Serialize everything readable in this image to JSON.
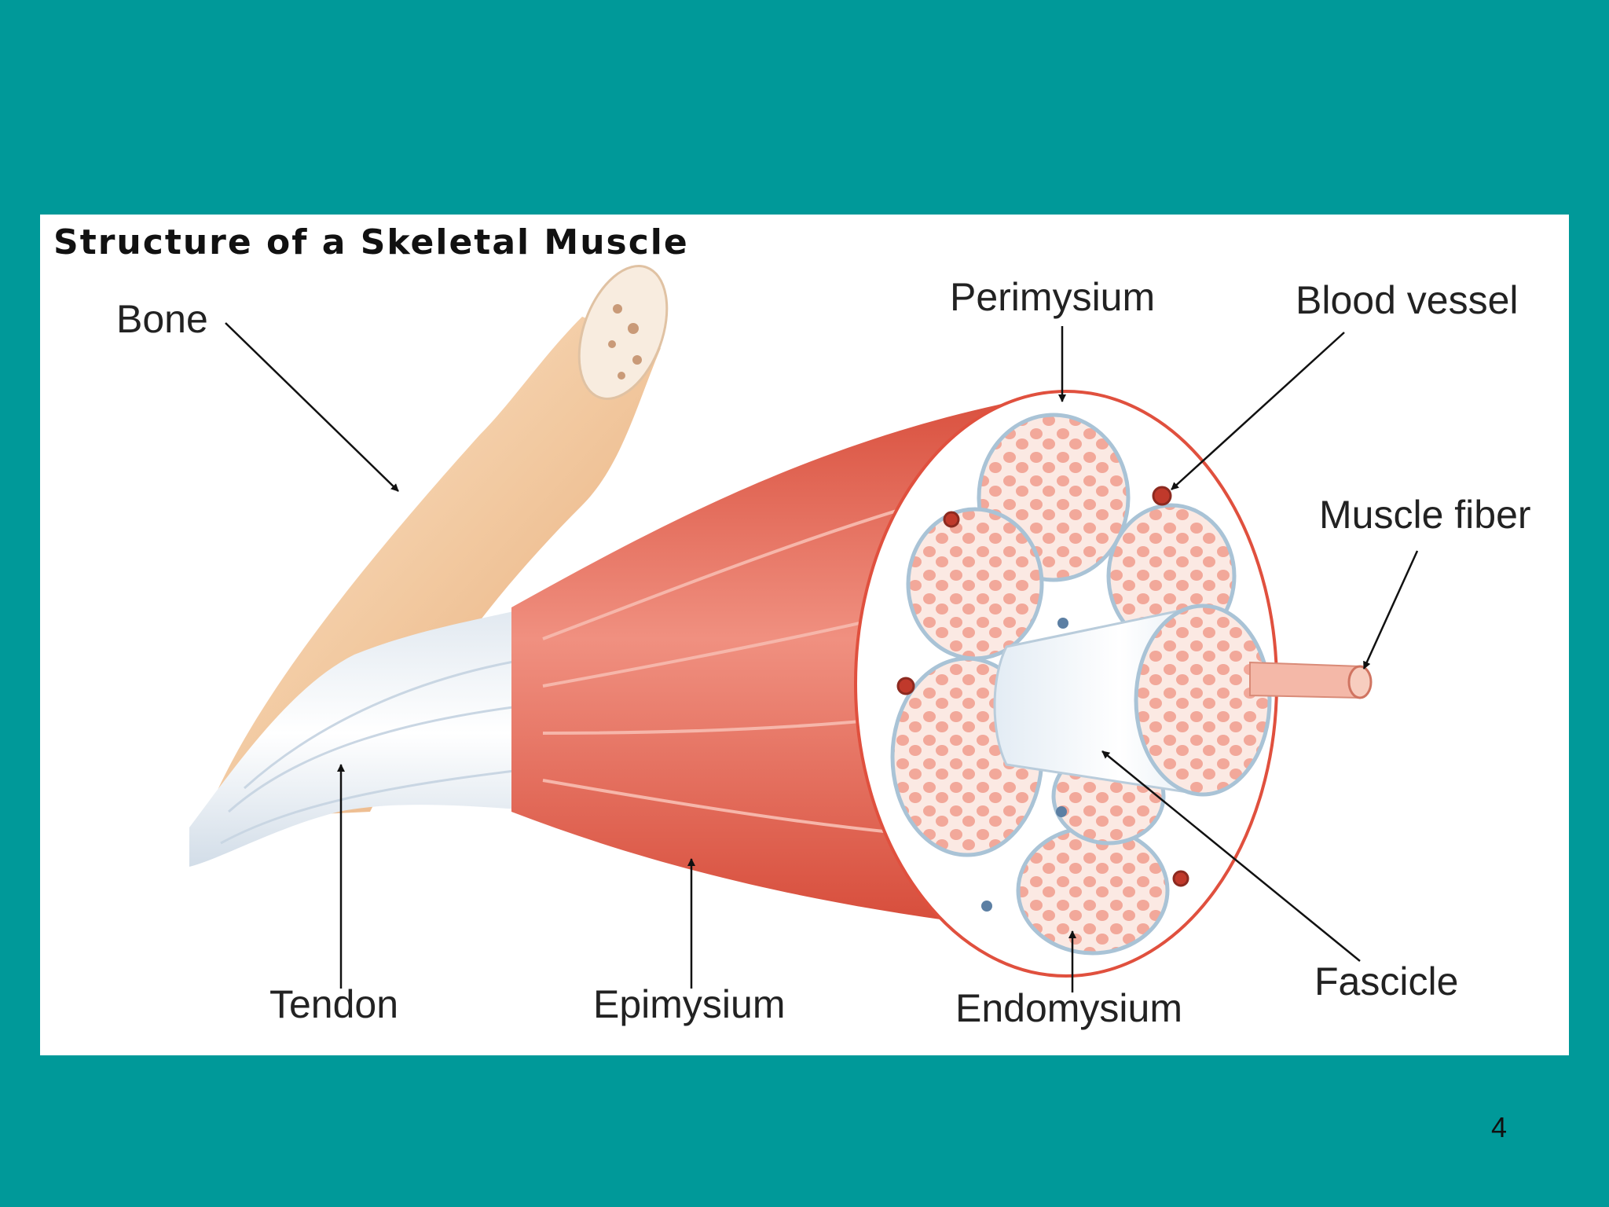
{
  "slide": {
    "page_number": "4",
    "background_color": "#009999"
  },
  "diagram": {
    "title": "Structure of a Skeletal Muscle",
    "labels": {
      "bone": "Bone",
      "perimysium": "Perimysium",
      "blood_vessel": "Blood vessel",
      "muscle_fiber": "Muscle fiber",
      "tendon": "Tendon",
      "epimysium": "Epimysium",
      "endomysium": "Endomysium",
      "fascicle": "Fascicle"
    },
    "colors": {
      "muscle": "#e8705c",
      "bone": "#f2c9a0",
      "tendon": "#eef2f6",
      "fascicle_fill": "#fbe3da",
      "connective_tissue": "#dfeaf2",
      "blood_vessel": "#c0392b"
    }
  }
}
